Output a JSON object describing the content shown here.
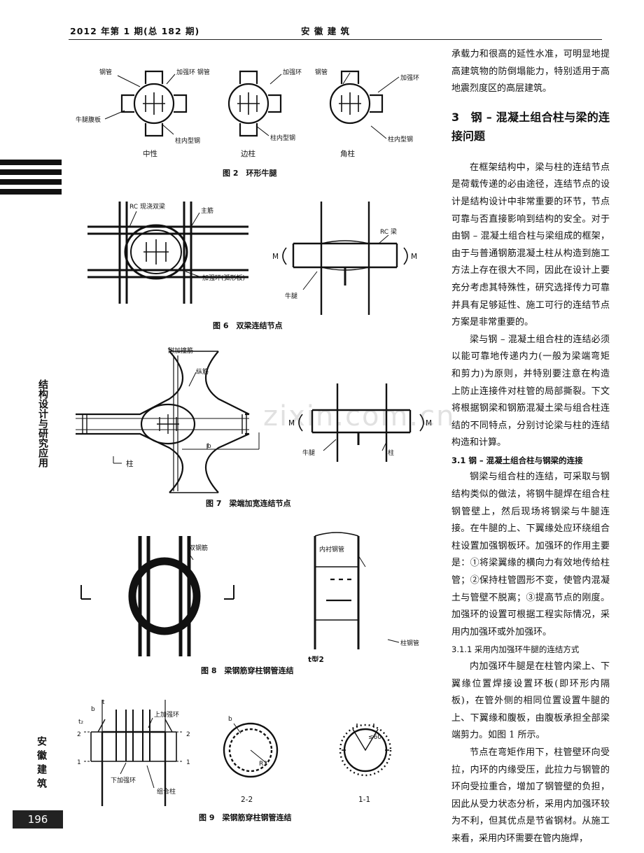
{
  "header": {
    "issue": "2012 年第 1 期(总 182 期)",
    "journal": "安 徽 建 筑"
  },
  "sidebar": {
    "column_name": "结构设计与研究应用",
    "journal_vertical": "安徽建筑",
    "page_number": "196"
  },
  "watermark": "zixin.com.cn",
  "figures": {
    "fig2": {
      "caption": "图 2　环形牛腿",
      "labels": {
        "steel_tube": "钢管",
        "ring": "加强环",
        "ring_tube": "加强环 钢管",
        "ring2": "加强环",
        "tube2": "钢管",
        "ring3": "加强环",
        "corbel_web": "牛腿腹板",
        "inner_steel_1": "柱内型钢",
        "inner_steel_2": "柱内型钢",
        "inner_steel_3": "柱内型钢",
        "middle": "中性",
        "edge": "边柱",
        "corner": "角柱"
      }
    },
    "fig6": {
      "caption": "图 6　双梁连结节点",
      "labels": {
        "rc_double_beam": "RC 现浇双梁",
        "main_rebar": "主筋",
        "ring_arc": "加强环(弧形板)",
        "rc_beam": "RC 梁",
        "corbel": "牛腿",
        "m_left": "M",
        "m_right": "M"
      }
    },
    "fig7": {
      "caption": "图 7　梁端加宽连结节点",
      "labels": {
        "extra_rebar": "附加撞筋",
        "long_rebar": "纵筋",
        "col": "柱",
        "b": "b",
        "corbel": "牛腿",
        "col2": "柱",
        "m_left": "M",
        "m_right": "M"
      }
    },
    "fig8": {
      "caption": "图 8　梁钢筋穿柱钢管连结",
      "labels": {
        "double_rebar": "双钢筋",
        "inner_liner": "内衬钢管",
        "col_tube": "柱钢管",
        "corner_mark": "t型2"
      }
    },
    "fig9": {
      "caption": "图 9　梁钢筋穿柱钢管连结",
      "labels": {
        "b": "b",
        "t1": "t",
        "t2": "t₂",
        "upper_ring": "上加强环",
        "lower_ring": "下加强环",
        "composite_col": "组合柱",
        "n2l": "2",
        "n2r": "2",
        "n1l": "1",
        "n1r": "1",
        "sec22": "2-2",
        "sec11": "1-1",
        "b2": "b",
        "r3": "R3",
        "angle": "≤60"
      }
    }
  },
  "text": {
    "p_intro": "承载力和很高的延性水准，可明显地提高建筑物的防倒塌能力，特别适用于高地震烈度区的高层建筑。",
    "section3": "3　钢 – 混凝土组合柱与梁的连接问题",
    "p1": "在框架结构中，梁与柱的连结节点是荷载传递的必由途径，连结节点的设计是结构设计中非常重要的环节，节点可靠与否直接影响到结构的安全。对于由钢 – 混凝土组合柱与梁组成的框架，由于与普通钢筋混凝土柱从构造到施工方法上存在很大不同，因此在设计上要充分考虑其特殊性，研究选择传力可靠并具有足够延性、施工可行的连结节点方案是非常重要的。",
    "p2": "梁与钢 – 混凝土组合柱的连结必须以能可靠地传递内力(一般为梁端弯矩和剪力)为原则，并特别要注意在构造上防止连接件对柱管的局部撕裂。下文将根据钢梁和钢筋混凝土梁与组合柱连结的不同特点，分别讨论梁与柱的连结构造和计算。",
    "sub31": "3.1 钢 – 混凝土组合柱与钢梁的连接",
    "p3": "钢梁与组合柱的连结，可采取与钢结构类似的做法，将钢牛腿焊在组合柱钢管壁上，然后现场将钢梁与牛腿连接。在牛腿的上、下翼缘处应环绕组合柱设置加强钢板环。加强环的作用主要是：①将梁翼缘的横向力有效地传给柱管；②保持柱管圆形不变，使管内混凝土与管壁不脱离；③提高节点的刚度。加强环的设置可根据工程实际情况，采用内加强环或外加强环。",
    "sub311": "3.1.1 采用内加强环牛腿的连结方式",
    "p4": "内加强环牛腿是在柱管内梁上、下翼缘位置焊接设置环板(即环形内隔板)，在管外侧的相同位置设置牛腿的上、下翼缘和腹板，由腹板承担全部梁端剪力。如图 1 所示。",
    "p5": "节点在弯矩作用下，柱管壁环向受拉，内环的内缘受压，此拉力与钢管的环向受拉重合，增加了钢管壁的负担，因此从受力状态分析，采用内加强环较为不利，但其优点是节省钢材。从施工来看，采用内环需要在管内施焊，"
  }
}
